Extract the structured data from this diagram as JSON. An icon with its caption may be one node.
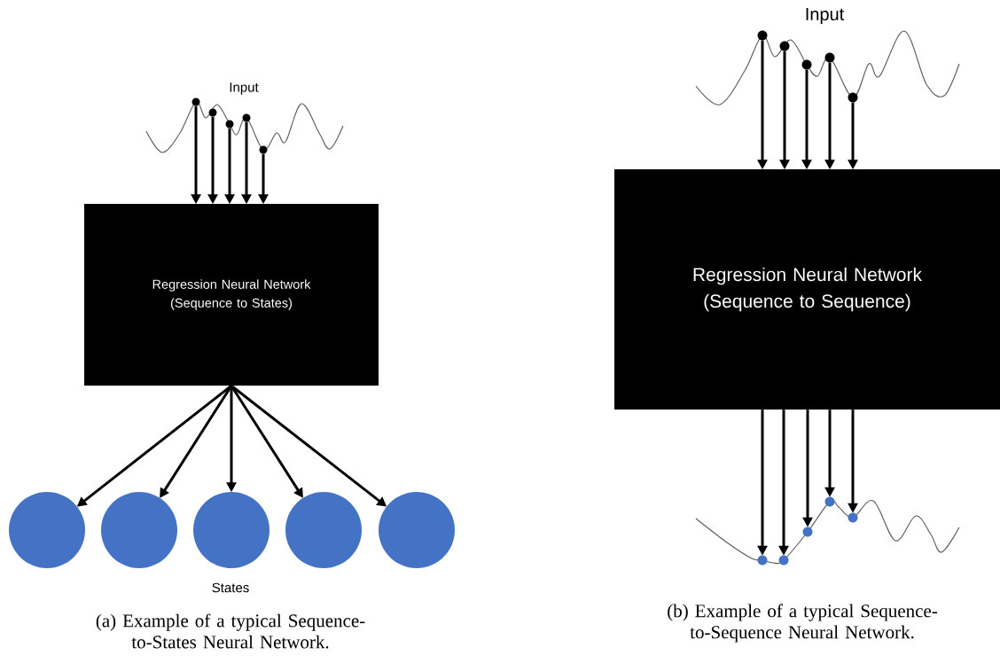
{
  "diagram": {
    "nodes": [
      {
        "text": [],
        "shape": "circle"
      },
      {
        "text": [],
        "shape": "circle"
      },
      {
        "text": [],
        "shape": "circle"
      },
      {
        "text": [],
        "shape": "circle"
      },
      {
        "text": [],
        "shape": "circle"
      },
      {
        "text": [
          "Regression Neural Network (Sequence to States)"
        ]
      },
      {
        "text": [],
        "shape": "circle"
      },
      {
        "text": [],
        "shape": "circle"
      },
      {
        "text": [],
        "shape": "circle"
      },
      {
        "text": [],
        "shape": "circle"
      },
      {
        "text": [],
        "shape": "circle"
      },
      {
        "text": [],
        "shape": "circle"
      },
      {
        "text": [],
        "shape": "circle"
      },
      {
        "text": [],
        "shape": "circle"
      },
      {
        "text": [],
        "shape": "circle"
      },
      {
        "text": [],
        "shape": "circle"
      },
      {
        "text": [
          "Regression Neural Network (Sequence to Sequence)"
        ]
      },
      {
        "text": [],
        "shape": "circle"
      },
      {
        "text": [],
        "shape": "circle"
      },
      {
        "text": [],
        "shape": "circle"
      },
      {
        "text": [],
        "shape": "circle"
      },
      {
        "text": [],
        "shape": "circle"
      }
    ],
    "edges": [
      {
        "from": 0,
        "to": 5,
        "arrow": "to"
      },
      {
        "from": 1,
        "to": 5,
        "arrow": "to"
      },
      {
        "from": 2,
        "to": 5,
        "arrow": "to"
      },
      {
        "from": 3,
        "to": 5,
        "arrow": "to"
      },
      {
        "from": 4,
        "to": 5,
        "arrow": "to"
      },
      {
        "from": 5,
        "to": 6,
        "arrow": "to"
      },
      {
        "from": 5,
        "to": 7,
        "arrow": "to"
      },
      {
        "from": 5,
        "to": 8,
        "arrow": "to"
      },
      {
        "from": 5,
        "to": 9,
        "arrow": "to"
      },
      {
        "from": 5,
        "to": 10,
        "arrow": "to"
      },
      {
        "from": 11,
        "to": 16,
        "arrow": "to"
      },
      {
        "from": 12,
        "to": 16,
        "arrow": "to"
      },
      {
        "from": 13,
        "to": 16,
        "arrow": "to"
      },
      {
        "from": 14,
        "to": 16,
        "arrow": "to"
      },
      {
        "from": 15,
        "to": 16,
        "arrow": "to"
      },
      {
        "from": 16,
        "to": 17,
        "arrow": "to"
      },
      {
        "from": 16,
        "to": 18,
        "arrow": "to"
      },
      {
        "from": 16,
        "to": 19,
        "arrow": "to"
      },
      {
        "from": 16,
        "to": 20,
        "arrow": "to"
      },
      {
        "from": 16,
        "to": 21,
        "arrow": "to"
      }
    ],
    "labels": [
      "Input",
      "States",
      "(a) Example of a typical Sequence-to-States Neural Network.",
      "Input",
      "(b) Example of a typical Sequence-to-Sequence Neural Network."
    ]
  }
}
